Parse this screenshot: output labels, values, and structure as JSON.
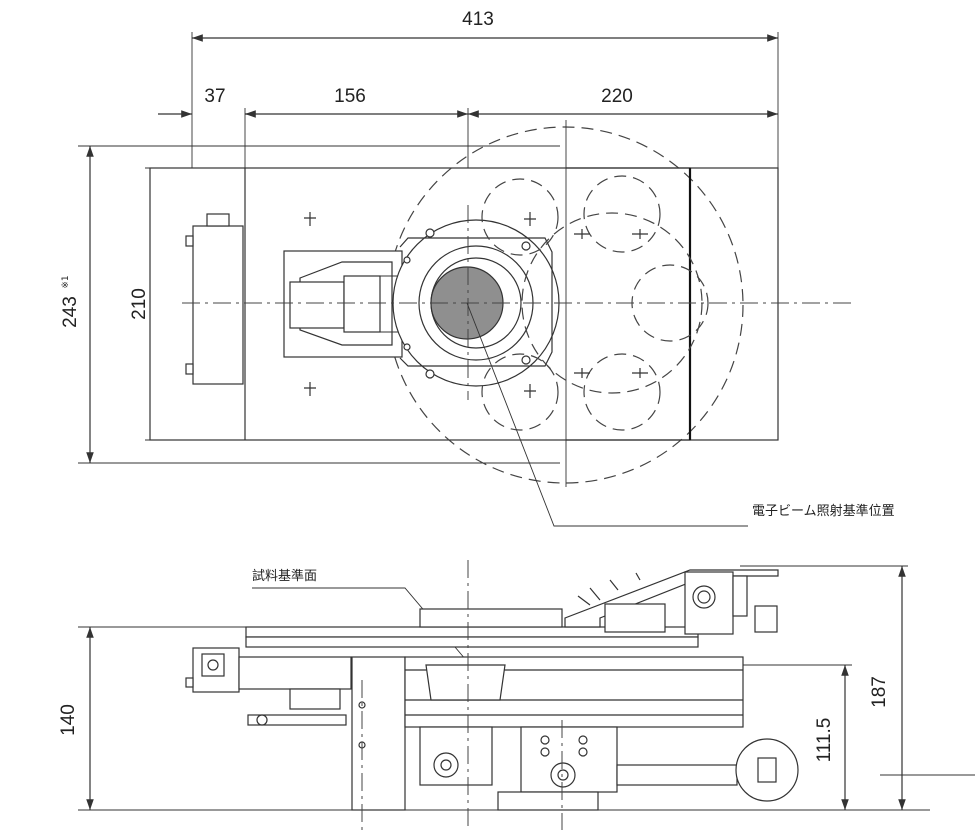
{
  "top_view": {
    "dim_overall_width": "413",
    "dim_left_segment": "37",
    "dim_middle_segment": "156",
    "dim_right_segment": "220",
    "dim_inner_height": "210",
    "dim_overall_height": "243",
    "dim_overall_height_note": "※1",
    "beam_reference_label": "電子ビーム照射基準位置"
  },
  "side_view": {
    "sample_reference_label": "試料基準面",
    "dim_left_height": "140",
    "dim_right_inner_height": "111.5",
    "dim_right_overall_height": "187"
  }
}
